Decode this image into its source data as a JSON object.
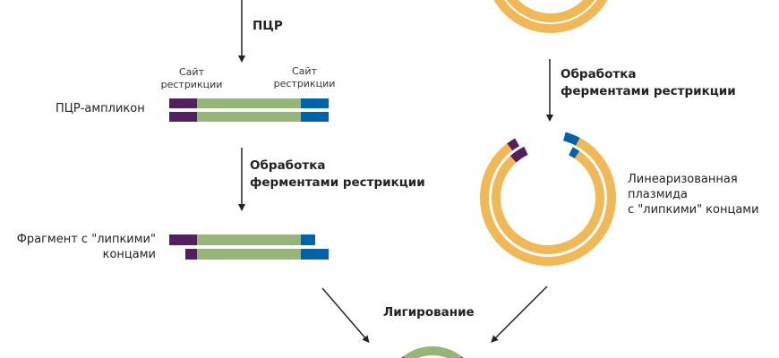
{
  "colors": {
    "purple": "#53205f",
    "green": "#97b57a",
    "blue": "#0062a8",
    "plasmid": "#f0b856",
    "arrow": "#222222"
  },
  "steps": {
    "pcr": "ПЦР",
    "restriction_left_line1": "Обработка",
    "restriction_left_line2": "ферментами рестрикции",
    "restriction_right_line1": "Обработка",
    "restriction_right_line2": "ферментами рестрикции",
    "ligation": "Лигирование"
  },
  "labels": {
    "site_left_line1": "Сайт",
    "site_left_line2": "рестрикции",
    "site_right_line1": "Сайт",
    "site_right_line2": "рестрикции",
    "amplicon": "ПЦР-ампликон",
    "fragment_line1": "Фрагмент с \"липкими\"",
    "fragment_line2": "концами",
    "linear_plasmid_line1": "Линеаризованная",
    "linear_plasmid_line2": "плазмида",
    "linear_plasmid_line3": "с \"липкими\" концами"
  }
}
